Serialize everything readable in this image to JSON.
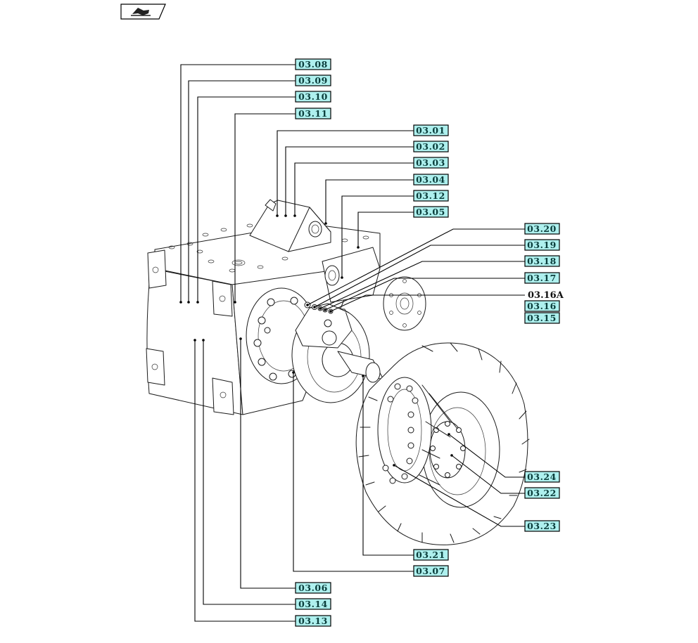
{
  "toolbar": {
    "icon": "book-hand-icon"
  },
  "callouts": {
    "c0308": "03.08",
    "c0309": "03.09",
    "c0310": "03.10",
    "c0311": "03.11",
    "c0301": "03.01",
    "c0302": "03.02",
    "c0303": "03.03",
    "c0304": "03.04",
    "c0312": "03.12",
    "c0305": "03.05",
    "c0320": "03.20",
    "c0319": "03.19",
    "c0318": "03.18",
    "c0317": "03.17",
    "c0316a": "03.16A",
    "c0316": "03.16",
    "c0315": "03.15",
    "c0324": "03.24",
    "c0322": "03.22",
    "c0323": "03.23",
    "c0321": "03.21",
    "c0307": "03.07",
    "c0306": "03.06",
    "c0314": "03.14",
    "c0313": "03.13"
  },
  "colors": {
    "callout_fill": "#aef0ee",
    "callout_text": "#0a3d3b",
    "line": "#000000"
  }
}
